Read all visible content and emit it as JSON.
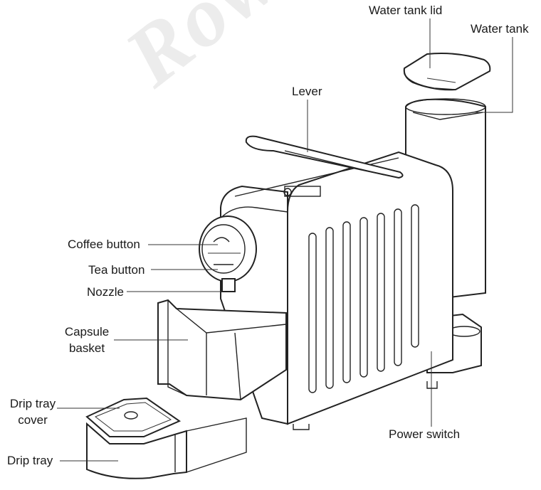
{
  "watermark": "Rowl",
  "labels": {
    "water_tank_lid": "Water tank lid",
    "water_tank": "Water tank",
    "lever": "Lever",
    "coffee_button": "Coffee button",
    "tea_button": "Tea button",
    "nozzle": "Nozzle",
    "capsule_basket_line1": "Capsule",
    "capsule_basket_line2": "basket",
    "drip_tray_cover_line1": "Drip tray",
    "drip_tray_cover_line2": "cover",
    "drip_tray": "Drip tray",
    "power_switch": "Power switch"
  },
  "colors": {
    "ink": "#222222",
    "watermark": "#ececec"
  }
}
